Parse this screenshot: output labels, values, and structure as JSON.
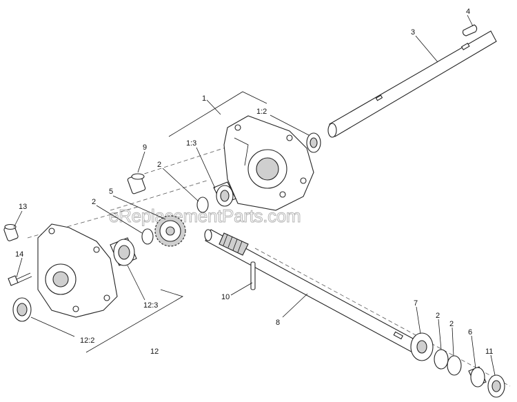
{
  "watermark": "eReplacementParts.com",
  "callouts": {
    "c1": "1",
    "c1_2": "1:2",
    "c1_3": "1:3",
    "c2a": "2",
    "c2b": "2",
    "c2c": "2",
    "c2d": "2",
    "c3": "3",
    "c4": "4",
    "c5": "5",
    "c6": "6",
    "c7": "7",
    "c8": "8",
    "c9": "9",
    "c10": "10",
    "c11": "11",
    "c12": "12",
    "c12_2": "12:2",
    "c12_3": "12:3",
    "c13": "13",
    "c14": "14"
  }
}
